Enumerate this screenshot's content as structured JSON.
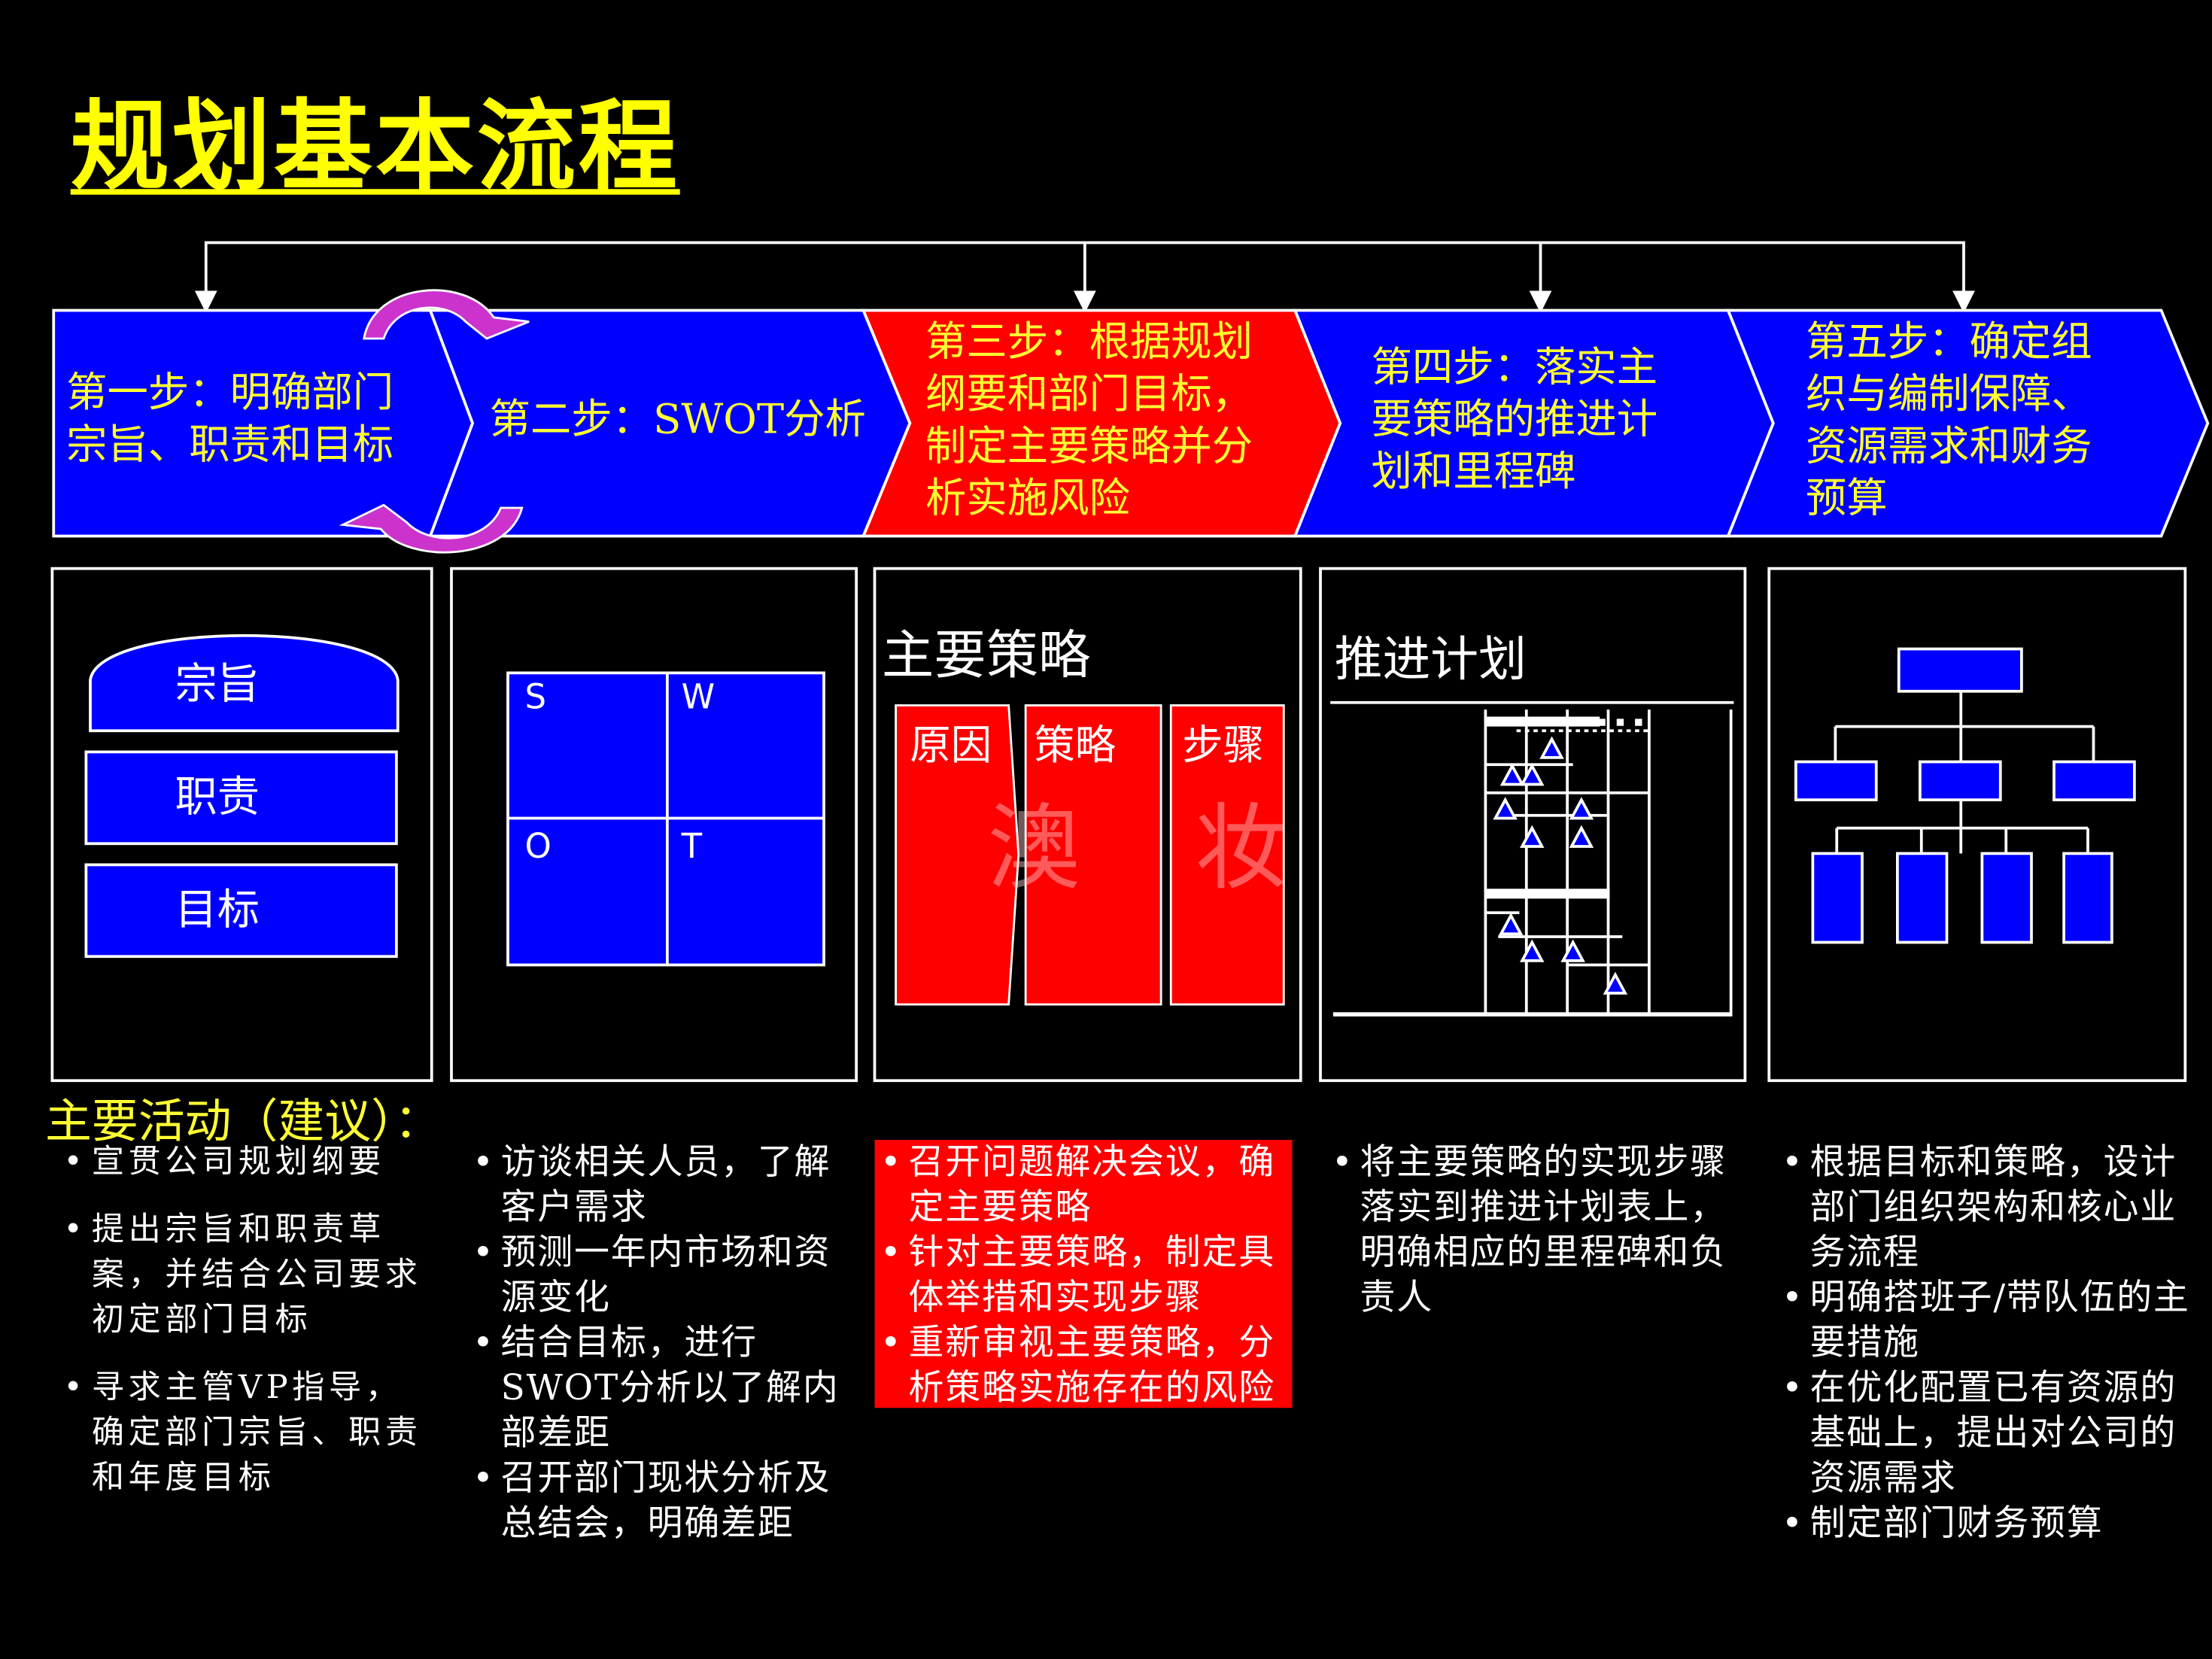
{
  "title": "规划基本流程",
  "colors": {
    "blue": "#0000ff",
    "red": "#ff0000",
    "yellow": "#ffff00",
    "magenta": "#cc33cc",
    "bg": "#000000"
  },
  "steps": [
    {
      "lines": [
        "第一步：明确部门",
        "宗旨、职责和目标"
      ]
    },
    {
      "lines": [
        "第二步：SWOT分析"
      ]
    },
    {
      "lines": [
        "第三步：根据规划",
        "纲要和部门目标，",
        "制定主要策略并分",
        "析实施风险"
      ]
    },
    {
      "lines": [
        "第四步：落实主",
        "要策略的推进计",
        "划和里程碑"
      ]
    },
    {
      "lines": [
        "第五步：确定组",
        "织与编制保障、",
        "资源需求和财务",
        "预算"
      ]
    }
  ],
  "box1": {
    "items": [
      "宗旨",
      "职责",
      "目标"
    ]
  },
  "box2": {
    "quadrants": [
      "S",
      "W",
      "O",
      "T"
    ]
  },
  "box3": {
    "title": "主要策略",
    "columns": [
      "原因",
      "策略",
      "步骤"
    ],
    "watermark": "澳 妆"
  },
  "box4": {
    "title": "推进计划"
  },
  "activities": {
    "heading": "主要活动（建议）：",
    "col1": [
      "宣贯公司规划纲要",
      "提出宗旨和职责草案，并结合公司要求初定部门目标",
      "寻求主管VP指导，确定部门宗旨、职责和年度目标"
    ],
    "col2": [
      "访谈相关人员，了解客户需求",
      "预测一年内市场和资源变化",
      "结合目标，进行SWOT分析以了解内部差距",
      "召开部门现状分析及总结会，明确差距"
    ],
    "col3": [
      "召开问题解决会议，确定主要策略",
      "针对主要策略，制定具体举措和实现步骤",
      "重新审视主要策略，分析策略实施存在的风险"
    ],
    "col4": [
      "将主要策略的实现步骤落实到推进计划表上，明确相应的里程碑和负责人"
    ],
    "col5": [
      "根据目标和策略，设计部门组织架构和核心业务流程",
      "明确搭班子/带队伍的主要措施",
      "在优化配置已有资源的基础上，提出对公司的资源需求",
      "制定部门财务预算"
    ]
  }
}
